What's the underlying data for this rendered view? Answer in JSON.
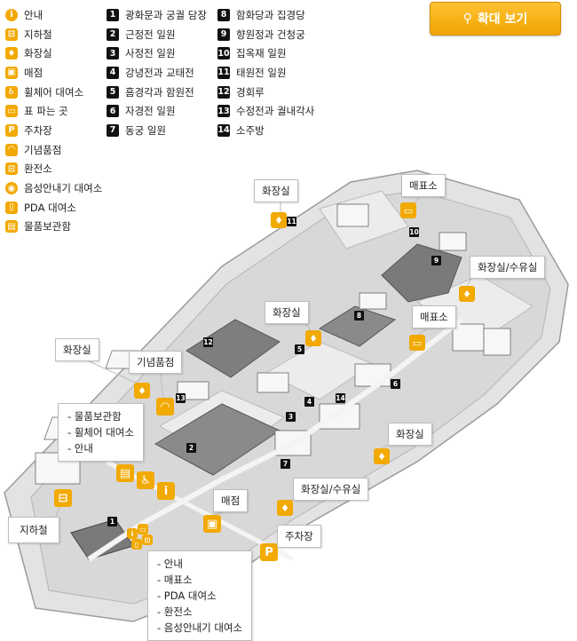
{
  "legend_left": [
    {
      "icon": "info-icon",
      "symbol": "i",
      "label": "안내"
    },
    {
      "icon": "subway-icon",
      "symbol": "⊟",
      "label": "지하철"
    },
    {
      "icon": "restroom-icon",
      "symbol": "♦",
      "label": "화장실"
    },
    {
      "icon": "store-icon",
      "symbol": "▣",
      "label": "매점"
    },
    {
      "icon": "wheelchair-icon",
      "symbol": "♿",
      "label": "휠체어 대여소"
    },
    {
      "icon": "ticket-icon",
      "symbol": "▭",
      "label": "표 파는 곳"
    },
    {
      "icon": "parking-icon",
      "symbol": "P",
      "label": "주차장"
    },
    {
      "icon": "gift-icon",
      "symbol": "◠",
      "label": "기념품점"
    },
    {
      "icon": "exchange-icon",
      "symbol": "⊡",
      "label": "환전소"
    },
    {
      "icon": "audio-guide-icon",
      "symbol": "◉",
      "label": "음성안내기 대여소"
    },
    {
      "icon": "pda-icon",
      "symbol": "▯",
      "label": "PDA 대여소"
    },
    {
      "icon": "locker-icon",
      "symbol": "▤",
      "label": "물품보관함"
    }
  ],
  "legend_mid": [
    {
      "num": "1",
      "label": "광화문과 궁궐 담장"
    },
    {
      "num": "2",
      "label": "근정전 일원"
    },
    {
      "num": "3",
      "label": "사정전 일원"
    },
    {
      "num": "4",
      "label": "강녕전과 교태전"
    },
    {
      "num": "5",
      "label": "흠경각과 함원전"
    },
    {
      "num": "6",
      "label": "자경전 일원"
    },
    {
      "num": "7",
      "label": "동궁 일원"
    }
  ],
  "legend_right": [
    {
      "num": "8",
      "label": "함화당과 집경당"
    },
    {
      "num": "9",
      "label": "향원정과 건청궁"
    },
    {
      "num": "10",
      "label": "집옥재 일원"
    },
    {
      "num": "11",
      "label": "태원전 일원"
    },
    {
      "num": "12",
      "label": "경회루"
    },
    {
      "num": "13",
      "label": "수정전과 궐내각사"
    },
    {
      "num": "14",
      "label": "소주방"
    }
  ],
  "zoom_button": "확대 보기",
  "callouts": {
    "restroom_top": "화장실",
    "ticket_top": "매표소",
    "restroom_nursing_right": "화장실/수유실",
    "restroom_center": "화장실",
    "ticket_center": "매표소",
    "restroom_left": "화장실",
    "gift_shop": "기념품점",
    "restroom_east": "화장실",
    "store": "매점",
    "restroom_nursing_bottom": "화장실/수유실",
    "parking": "주차장",
    "subway": "지하철"
  },
  "list_left": [
    "- 물품보관함",
    "- 휠체어 대여소",
    "- 안내"
  ],
  "list_bottom": [
    "- 안내",
    "- 매표소",
    "- PDA 대여소",
    "- 환전소",
    "- 음성안내기 대여소"
  ]
}
